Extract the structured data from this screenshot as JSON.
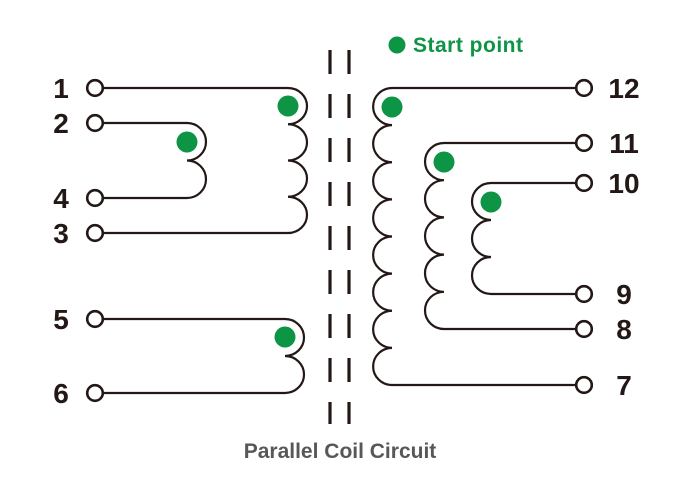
{
  "diagram": {
    "caption": "Parallel Coil Circuit",
    "legend": {
      "label": "Start point",
      "marker": "start-point-dot"
    },
    "colors": {
      "green": "#0d9445",
      "line": "#231815",
      "caption_text": "#595757",
      "background": "#ffffff"
    },
    "terminals": {
      "left": [
        {
          "label": "1"
        },
        {
          "label": "2"
        },
        {
          "label": "4"
        },
        {
          "label": "3"
        },
        {
          "label": "5"
        },
        {
          "label": "6"
        }
      ],
      "right": [
        {
          "label": "12"
        },
        {
          "label": "11"
        },
        {
          "label": "10"
        },
        {
          "label": "9"
        },
        {
          "label": "8"
        },
        {
          "label": "7"
        }
      ]
    },
    "windings": [
      {
        "from": "1",
        "to": "3",
        "turns": 4,
        "start_terminal": "1"
      },
      {
        "from": "2",
        "to": "4",
        "turns": 2,
        "start_terminal": "2"
      },
      {
        "from": "5",
        "to": "6",
        "turns": 2,
        "start_terminal": "5"
      },
      {
        "from": "12",
        "to": "7",
        "turns": 8,
        "start_terminal": "12"
      },
      {
        "from": "11",
        "to": "8",
        "turns": 5,
        "start_terminal": "11"
      },
      {
        "from": "10",
        "to": "9",
        "turns": 3,
        "start_terminal": "10"
      }
    ]
  }
}
